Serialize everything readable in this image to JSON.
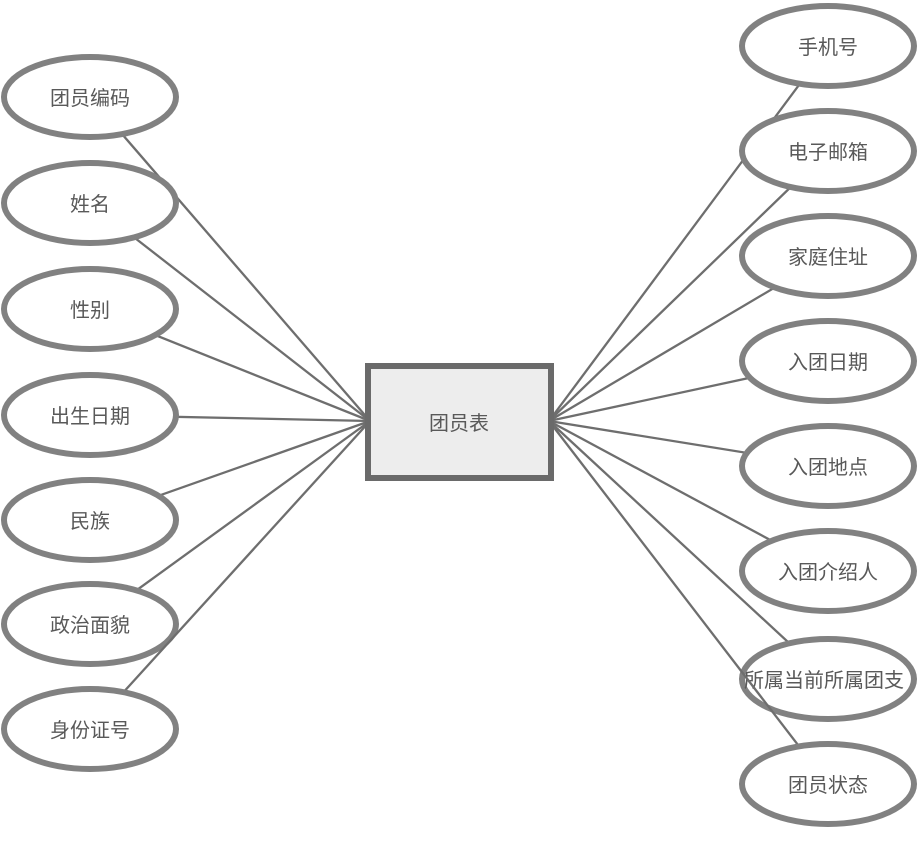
{
  "diagram": {
    "type": "entity-attribute-diagram",
    "entity": {
      "label": "团员表"
    },
    "left_attributes": [
      "团员编码",
      "姓名",
      "性别",
      "出生日期",
      "民族",
      "政治面貌",
      "身份证号"
    ],
    "right_attributes": [
      "手机号",
      "电子邮箱",
      "家庭住址",
      "入团日期",
      "入团地点",
      "入团介绍人",
      "所属当前所属团支",
      "团员状态"
    ],
    "colors": {
      "ellipse_stroke": "#818181",
      "line_stroke": "#6e6e6e",
      "entity_fill": "#ededed",
      "entity_border": "#6a6a6a",
      "text_color": "#595959",
      "background": "#ffffff"
    }
  }
}
